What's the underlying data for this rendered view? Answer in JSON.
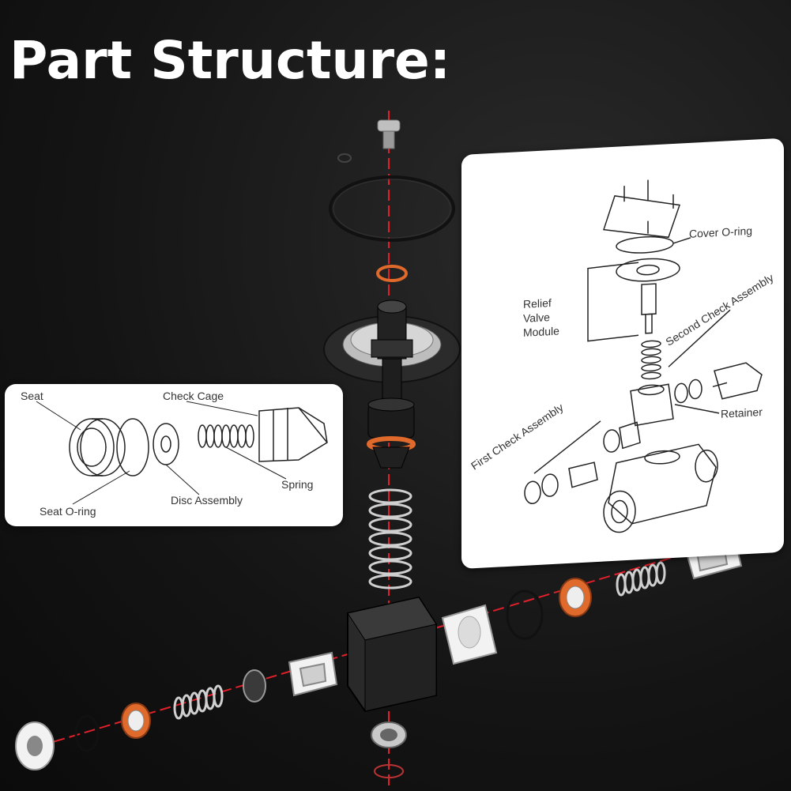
{
  "title": "Part Structure:",
  "colors": {
    "axis": "#e0202a",
    "part_dark": "#2b2b2b",
    "part_white": "#f2f2f2",
    "oring_red": "#e0692c",
    "panel_bg": "#ffffff"
  },
  "left_panel": {
    "labels": {
      "seat": "Seat",
      "check_cage": "Check Cage",
      "spring": "Spring",
      "seat_oring": "Seat O-ring",
      "disc_assembly": "Disc Assembly"
    }
  },
  "right_panel": {
    "labels": {
      "cover_oring": "Cover O-ring",
      "relief_1": "Relief",
      "relief_2": "Valve",
      "relief_3": "Module",
      "second_check": "Second Check Assembly",
      "retainer": "Retainer",
      "first_check": "First Check Assembly"
    }
  }
}
